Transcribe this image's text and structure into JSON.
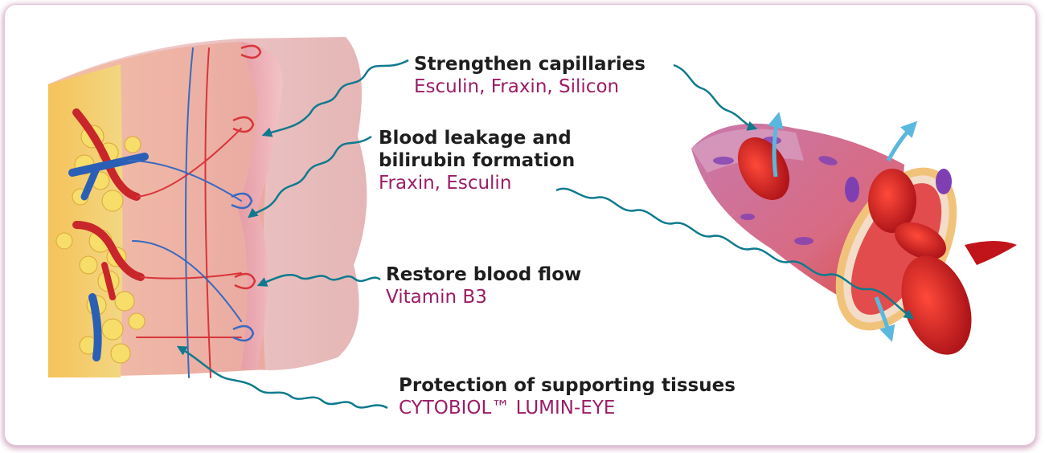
{
  "colors": {
    "accent": "#9b1d66",
    "arrow": "#0f7a8e",
    "frame": "#c07aa2"
  },
  "labels": [
    {
      "id": "capillaries",
      "title_lines": [
        "Strengthen capillaries"
      ],
      "ingredients": "Esculin, Fraxin, Silicon"
    },
    {
      "id": "leakage",
      "title_lines": [
        "Blood leakage and",
        "bilirubin formation"
      ],
      "ingredients": "Fraxin, Esculin"
    },
    {
      "id": "flow",
      "title_lines": [
        "Restore blood flow"
      ],
      "ingredients": "Vitamin B3"
    },
    {
      "id": "tissues",
      "title_lines": [
        "Protection of supporting tissues"
      ],
      "ingredients": "CYTOBIOL™ LUMIN-EYE"
    }
  ],
  "icons": [
    "skin-cross-section-illustration",
    "blood-vessel-illustration",
    "wavy-arrow-icon",
    "outflow-arrow-icon"
  ]
}
